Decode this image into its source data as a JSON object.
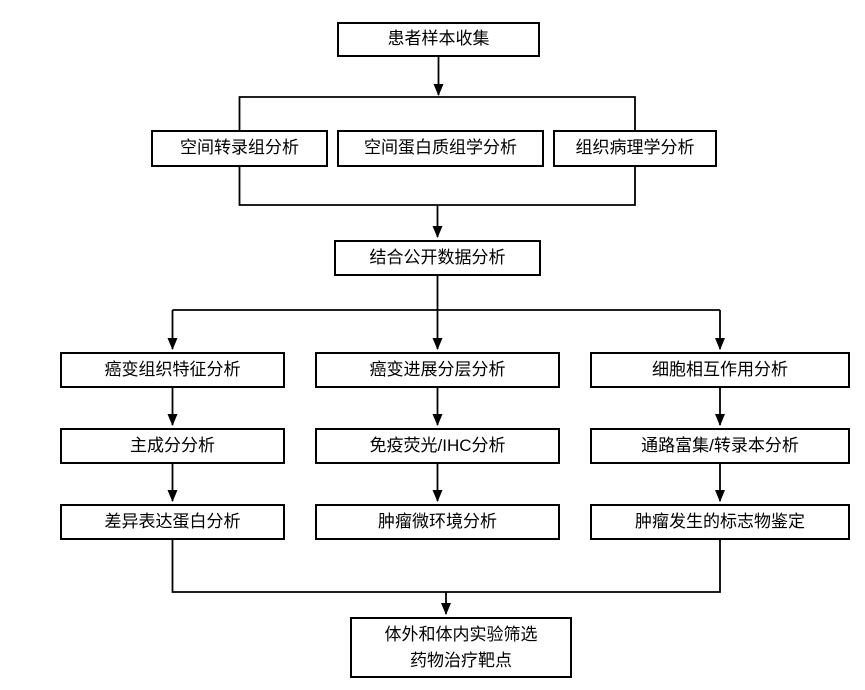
{
  "canvas": {
    "background": "#ffffff",
    "line_color": "#000000",
    "box_border_color": "#000000",
    "box_fill_color": "#ffffff",
    "text_color": "#000000"
  },
  "flowchart": {
    "type": "flowchart",
    "nodes": {
      "patient_sample": {
        "label": "患者样本收集"
      },
      "spatial_transcriptomics": {
        "label": "空间转录组分析"
      },
      "spatial_proteomics": {
        "label": "空间蛋白质组学分析"
      },
      "histopathology": {
        "label": "组织病理学分析"
      },
      "public_data": {
        "label": "结合公开数据分析"
      },
      "cancer_tissue_features": {
        "label": "癌变组织特征分析"
      },
      "cancer_progression_stratification": {
        "label": "癌变进展分层分析"
      },
      "cell_interaction": {
        "label": "细胞相互作用分析"
      },
      "principal_component_analysis": {
        "label": "主成分分析"
      },
      "immunofluorescence_ihc": {
        "label": "免疫荧光/IHC分析"
      },
      "pathway_enrichment_transcript": {
        "label": "通路富集/转录本分析"
      },
      "differential_protein_expression": {
        "label": "差异表达蛋白分析"
      },
      "tumor_microenvironment": {
        "label": "肿瘤微环境分析"
      },
      "tumorigenesis_markers": {
        "label": "肿瘤发生的标志物鉴定"
      },
      "drug_target_screening": {
        "label_line1": "体外和体内实验筛选",
        "label_line2": "药物治疗靶点"
      }
    },
    "edges": [
      {
        "from": "patient_sample",
        "to": "spatial_transcriptomics"
      },
      {
        "from": "patient_sample",
        "to": "spatial_proteomics"
      },
      {
        "from": "patient_sample",
        "to": "histopathology"
      },
      {
        "from": "spatial_transcriptomics",
        "to": "public_data"
      },
      {
        "from": "spatial_proteomics",
        "to": "public_data"
      },
      {
        "from": "histopathology",
        "to": "public_data"
      },
      {
        "from": "public_data",
        "to": "cancer_tissue_features"
      },
      {
        "from": "public_data",
        "to": "cancer_progression_stratification"
      },
      {
        "from": "public_data",
        "to": "cell_interaction"
      },
      {
        "from": "cancer_tissue_features",
        "to": "principal_component_analysis"
      },
      {
        "from": "principal_component_analysis",
        "to": "differential_protein_expression"
      },
      {
        "from": "cancer_progression_stratification",
        "to": "immunofluorescence_ihc"
      },
      {
        "from": "immunofluorescence_ihc",
        "to": "tumor_microenvironment"
      },
      {
        "from": "cell_interaction",
        "to": "pathway_enrichment_transcript"
      },
      {
        "from": "pathway_enrichment_transcript",
        "to": "tumorigenesis_markers"
      },
      {
        "from": "differential_protein_expression",
        "to": "drug_target_screening"
      },
      {
        "from": "tumor_microenvironment",
        "to": "drug_target_screening"
      },
      {
        "from": "tumorigenesis_markers",
        "to": "drug_target_screening"
      }
    ]
  }
}
